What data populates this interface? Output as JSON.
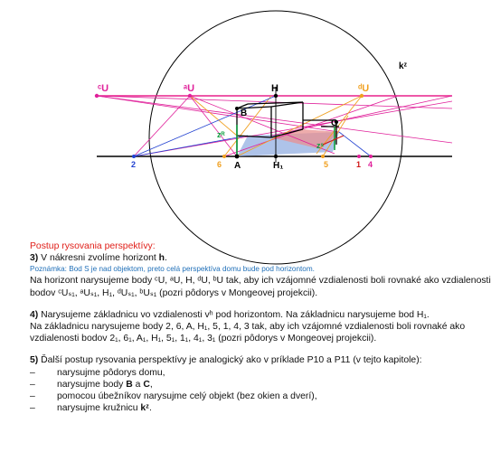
{
  "figure": {
    "labels": {
      "cU": "ᶜU",
      "aU": "ᵃU",
      "H": "H",
      "dU": "ᵈU",
      "kz": "kᶻ",
      "B": "B",
      "C": "C",
      "zR": "zᴿ",
      "zs": "zˢ",
      "A": "A",
      "H1": "H₁",
      "n2": "2",
      "n6": "6",
      "n5": "5",
      "n1": "1",
      "n4": "4"
    },
    "colors": {
      "horizon": "#e8208c",
      "magenta": "#e0209a",
      "orange": "#f0a020",
      "blue": "#2040d0",
      "green": "#10a040",
      "black": "#000000",
      "red": "#d01818",
      "floor": "#9ab4e4",
      "roof": "#e89090"
    }
  },
  "text": {
    "heading": "Postup rysovania perspektívy:",
    "s3_num": "3)",
    "s3_a": " V nákresni zvolíme horizont ",
    "s3_h": "h",
    "s3_end": ".",
    "note": "Poznámka: Bod S je nad objektom, preto celá perspektíva domu bude pod horizontom.",
    "s3_line2": "Na horizont narysujeme body ᶜU, ᵃU, H, ᵈU, ᵇU tak, aby ich vzájomné vzdialenosti boli rovnaké ako vzdialenosti",
    "s3_line3": "bodov ᶜUₛ₁, ᵃUₛ₁, H₁, ᵈUₛ₁, ᵇUₛ₁ (pozri pôdorys v Mongeovej projekcii).",
    "s4_line1_num": "4)",
    "s4_line1": " Narysujeme základnicu vo vzdialenosti  vʰ pod horizontom.  Na základnicu narysujeme bod H₁.",
    "s4_line2": "Na základnicu narysujeme body  2, 6, A, H₁, 5, 1, 4, 3 tak, aby ich vzájomné vzdialenosti boli rovnaké ako",
    "s4_line3": "vzdialenosti bodov 2₁, 6₁, A₁, H₁, 5₁, 1₁, 4₁, 3₁ (pozri pôdorys v Mongeovej projekcii).",
    "s5_num": "5)",
    "s5_line1": " Ďalší postup rysovania perspektívy  je analogický ako v príklade P10 a P11 (v tejto kapitole):",
    "b1": "narysujme pôdorys domu,",
    "b2_pre": "narysujme body ",
    "b2_B": "B",
    "b2_mid": " a ",
    "b2_C": "C",
    "b2_end": ",",
    "b3": "pomocou úbežníkov  narysujme  celý objekt (bez okien a dverí),",
    "b4_pre": "narysujme  kružnicu ",
    "b4_k": "kᶻ",
    "b4_end": ".",
    "dash": "–"
  }
}
